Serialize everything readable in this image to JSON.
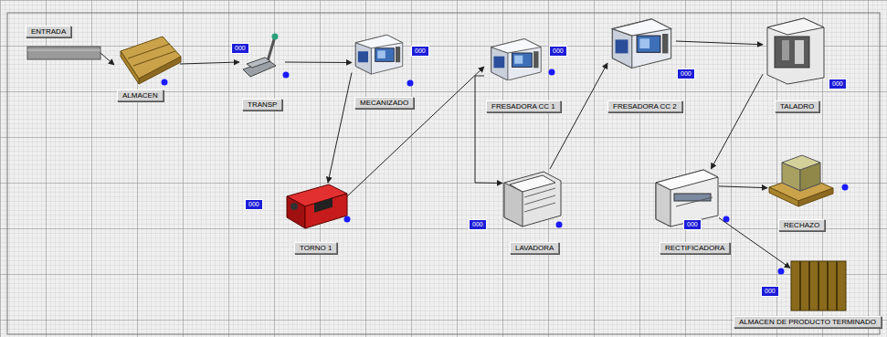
{
  "diagram": {
    "nodes": [
      {
        "text": [
          "ENTRADA"
        ]
      },
      {
        "text": [
          "ALMACEN"
        ]
      },
      {
        "text": [
          "TRANSP",
          "000"
        ]
      },
      {
        "text": [
          "MECANIZADO",
          "000"
        ]
      },
      {
        "text": [
          "TORNO 1",
          "000"
        ]
      },
      {
        "text": [
          "FRESADORA CC 1",
          "000"
        ]
      },
      {
        "text": [
          "LAVADORA",
          "000"
        ]
      },
      {
        "text": [
          "FRESADORA CC 2",
          "000"
        ]
      },
      {
        "text": [
          "TALADRO",
          "000"
        ]
      },
      {
        "text": [
          "RECTIFICADORA",
          "000"
        ]
      },
      {
        "text": [
          "RECHAZO"
        ]
      },
      {
        "text": [
          "ALMACEN DE PRODUCTO TERMINADO",
          "000"
        ]
      }
    ],
    "edges": [
      {
        "from": 0,
        "to": 1,
        "arrow": "to"
      },
      {
        "from": 1,
        "to": 2,
        "arrow": "to"
      },
      {
        "from": 2,
        "to": 3,
        "arrow": "to"
      },
      {
        "from": 3,
        "to": 4,
        "arrow": "to"
      },
      {
        "from": 4,
        "to": 5,
        "arrow": "to"
      },
      {
        "from": 5,
        "to": 6,
        "arrow": "to"
      },
      {
        "from": 6,
        "to": 7,
        "arrow": "to"
      },
      {
        "from": 7,
        "to": 8,
        "arrow": "to"
      },
      {
        "from": 8,
        "to": 9,
        "arrow": "to"
      },
      {
        "from": 9,
        "to": 10,
        "arrow": "to"
      },
      {
        "from": 9,
        "to": 11,
        "arrow": "to"
      }
    ]
  }
}
